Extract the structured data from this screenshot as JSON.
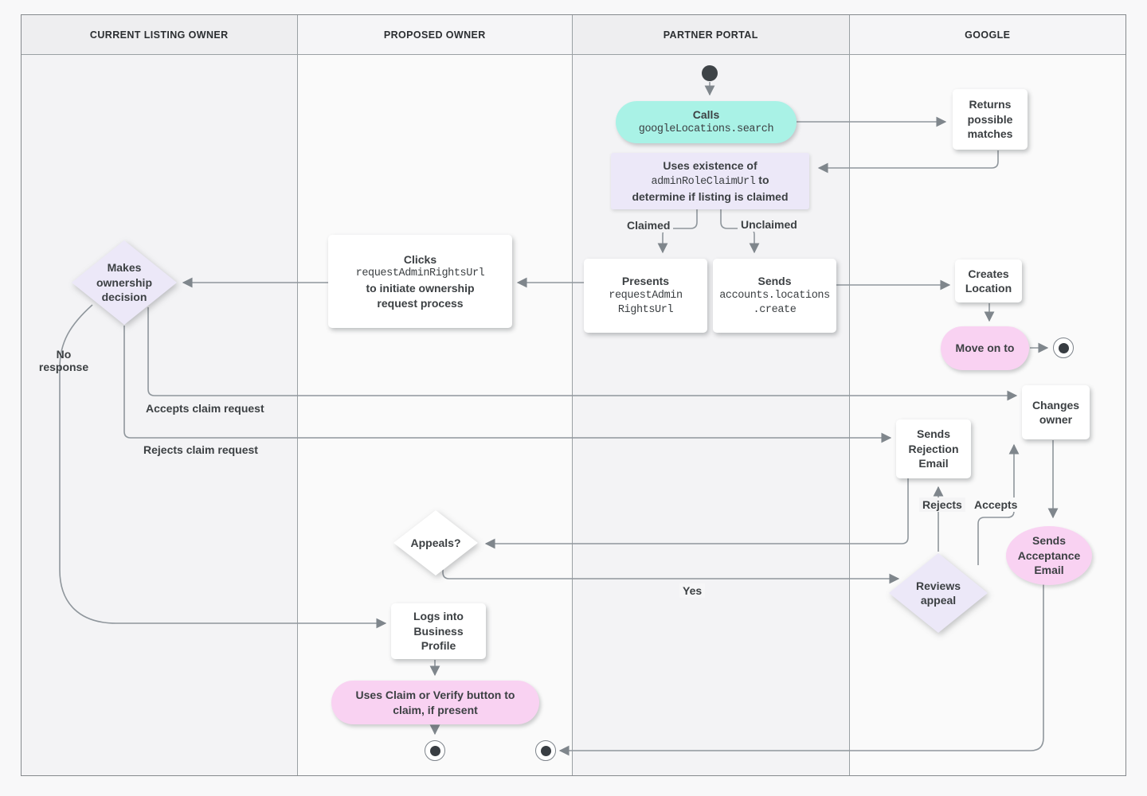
{
  "header": {
    "lanes": [
      {
        "title": "CURRENT LISTING OWNER"
      },
      {
        "title": "PROPOSED OWNER"
      },
      {
        "title": "PARTNER PORTAL"
      },
      {
        "title": "GOOGLE"
      }
    ]
  },
  "nodes": {
    "calls": {
      "title": "Calls",
      "code": "googleLocations.search"
    },
    "uses_existence": {
      "line1": "Uses existence of",
      "code": "adminRoleClaimUrl",
      "after_code": " to",
      "line3": "determine if listing is claimed"
    },
    "returns_matches": {
      "text": "Returns possible matches"
    },
    "presents": {
      "title": "Presents",
      "code_line1": "requestAdmin",
      "code_line2": "RightsUrl"
    },
    "sends_create": {
      "title": "Sends",
      "code_line1": "accounts.locations",
      "code_line2": ".create"
    },
    "creates_location": {
      "text": "Creates Location"
    },
    "move_on": {
      "text": "Move on to"
    },
    "changes_owner": {
      "text": "Changes owner"
    },
    "sends_rejection": {
      "text": "Sends Rejection Email"
    },
    "sends_acceptance": {
      "text": "Sends Acceptance Email"
    },
    "reviews_appeal": {
      "text": "Reviews appeal"
    },
    "clicks": {
      "title": "Clicks",
      "code": "requestAdminRightsUrl",
      "line3": "to initiate ownership",
      "line4": "request process"
    },
    "makes_decision": {
      "text": "Makes ownership decision"
    },
    "appeals": {
      "text": "Appeals?"
    },
    "logs_in": {
      "text": "Logs into Business Profile"
    },
    "claim_verify": {
      "text": "Uses Claim or Verify button to claim, if present"
    }
  },
  "edge_labels": {
    "claimed": "Claimed",
    "unclaimed": "Unclaimed",
    "no_response": "No response",
    "accepts_claim": "Accepts claim request",
    "rejects_claim": "Rejects claim request",
    "rejects": "Rejects",
    "accepts": "Accepts",
    "yes": "Yes"
  },
  "colors": {
    "cyan": "#a9f2e6",
    "lavender": "#ece8f8",
    "pink": "#f9d2f2",
    "line": "#8f969c",
    "text": "#3c4043"
  }
}
